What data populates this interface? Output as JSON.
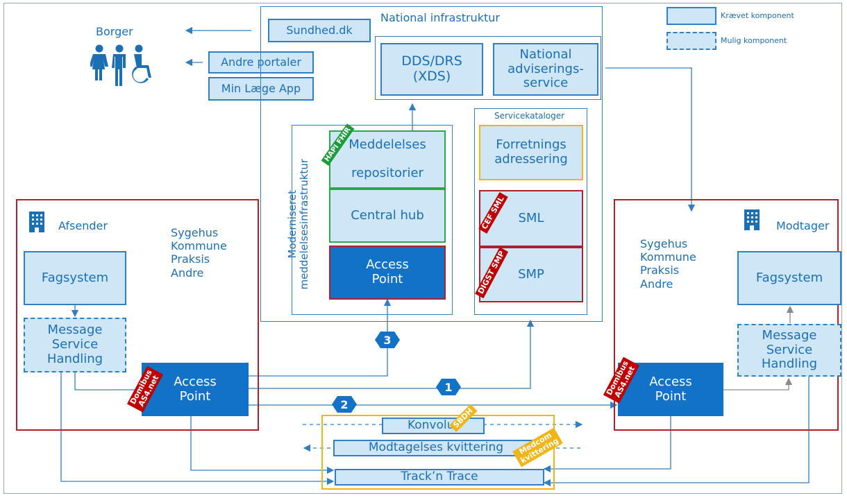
{
  "legend": {
    "required_label": "Krævet komponent",
    "optional_label": "Mulig komponent"
  },
  "citizen": {
    "label": "Borger",
    "icon": "people-icon"
  },
  "portals": {
    "sundhed": "Sundhed.dk",
    "andre": "Andre portaler",
    "app": "Min Læge App"
  },
  "national": {
    "title": "National infrastruktur",
    "dds": [
      "DDS/DRS",
      "(XDS)"
    ],
    "advis": [
      "National",
      "adviserings-",
      "service"
    ],
    "modern_label": [
      "Moderniseret",
      "meddelelsesinfrastruktur"
    ],
    "repo": [
      "Meddelelses",
      "repositorier"
    ],
    "hub": "Central hub",
    "access_point": [
      "Access",
      "Point"
    ],
    "catalog_title": "Servicekataloger",
    "forretning": [
      "Forretnings",
      "adressering"
    ],
    "sml": "SML",
    "smp": "SMP",
    "stamp_hapi": "HAPI FHIR",
    "stamp_cef": "CEF SML",
    "stamp_digst": "DIGST SMP"
  },
  "sender": {
    "title": "Afsender",
    "orgs": [
      "Sygehus",
      "Kommune",
      "Praksis",
      "Andre"
    ],
    "fagsystem": "Fagsystem",
    "msh": [
      "Message",
      "Service",
      "Handling"
    ],
    "access_point": [
      "Access",
      "Point"
    ],
    "stamp": [
      "Domibus",
      "AS4.net"
    ]
  },
  "receiver": {
    "title": "Modtager",
    "orgs": [
      "Sygehus",
      "Kommune",
      "Praksis",
      "Andre"
    ],
    "fagsystem": "Fagsystem",
    "msh": [
      "Message",
      "Service",
      "Handling"
    ],
    "access_point": [
      "Access",
      "Point"
    ],
    "stamp": [
      "Domibus",
      "AS4.net"
    ]
  },
  "transport": {
    "konvolut": "Konvolut",
    "kvittering": "Modtagelses kvittering",
    "track": "Track’n Trace",
    "stamp_sbdh": "SBDH",
    "stamp_medcom": [
      "Medcom",
      "kvittering"
    ]
  },
  "badges": [
    "1",
    "2",
    "3"
  ],
  "colors": {
    "blue": "#1a6fb5",
    "fill": "#cfe6f7",
    "dark_blue": "#1172c8",
    "red_border": "#b01f2b",
    "green_border": "#2aa84a",
    "yellow_border": "#f2b515"
  }
}
